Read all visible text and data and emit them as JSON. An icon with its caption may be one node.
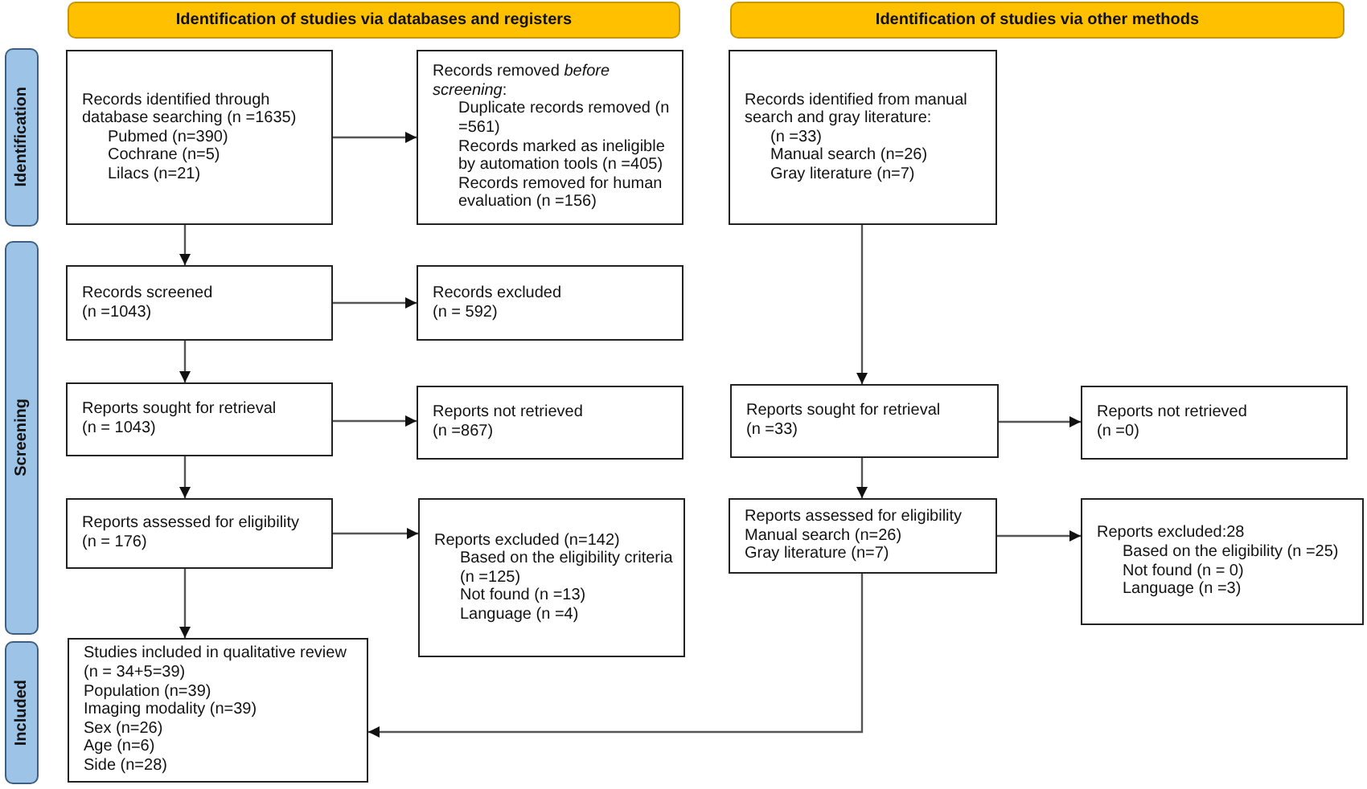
{
  "diagram": {
    "nodes": [
      {
        "text": [
          "Identification of studies via databases and registers"
        ]
      },
      {
        "text": [
          "Identification of studies via other methods"
        ]
      },
      {
        "text": [
          "Identification"
        ]
      },
      {
        "text": [
          "Records identified through database searching (n =1635)",
          "Pubmed (n=390)",
          "Cochrane (n=5)",
          "Lilacs (n=21)"
        ]
      },
      {
        "text": [
          "Records removed *before screening*:",
          "Duplicate records removed (n =561)",
          "Records marked as ineligible by automation tools (n =405)",
          "Records removed for human evaluation (n =156)"
        ]
      },
      {
        "text": [
          "Records identified from manual search and gray literature:",
          "(n =33)",
          "Manual search (n=26)",
          "Gray literature (n=7)"
        ]
      },
      {
        "text": [
          "Screening"
        ]
      },
      {
        "text": [
          "Records screened",
          "(n =1043)"
        ]
      },
      {
        "text": [
          "Records excluded",
          "(n = 592)"
        ]
      },
      {
        "text": [
          "Reports sought for retrieval",
          "(n = 1043)"
        ]
      },
      {
        "text": [
          "Reports not retrieved",
          "(n =867)"
        ]
      },
      {
        "text": [
          "Reports sought for retrieval",
          "(n =33)"
        ]
      },
      {
        "text": [
          "Reports not retrieved",
          "(n =0)"
        ]
      },
      {
        "text": [
          "Reports assessed for eligibility",
          "(n = 176)"
        ]
      },
      {
        "text": [
          "Reports excluded (n=142)",
          "Based on the eligibility criteria (n =125)",
          "Not found (n =13)",
          "Language (n =4)"
        ]
      },
      {
        "text": [
          "Reports assessed for eligibility",
          "Manual search (n=26)",
          "Gray literature (n=7)"
        ]
      },
      {
        "text": [
          "Reports excluded:28",
          "Based on the eligibility (n =25)",
          "Not found (n = 0)",
          "Language (n =3)"
        ]
      },
      {
        "text": [
          "Included"
        ]
      },
      {
        "text": [
          "Studies included in qualitative review",
          "(n = 34+5=39)",
          "Population (n=39)",
          "Imaging modality (n=39)",
          "Sex (n=26)",
          "Age (n=6)",
          "Side (n=28)"
        ]
      }
    ],
    "edges": [
      {
        "from": 3,
        "to": 4,
        "arrow": "to"
      },
      {
        "from": 3,
        "to": 7,
        "arrow": "to"
      },
      {
        "from": 7,
        "to": 8,
        "arrow": "to"
      },
      {
        "from": 7,
        "to": 9,
        "arrow": "to"
      },
      {
        "from": 9,
        "to": 10,
        "arrow": "to"
      },
      {
        "from": 9,
        "to": 13,
        "arrow": "to"
      },
      {
        "from": 13,
        "to": 14,
        "arrow": "to"
      },
      {
        "from": 13,
        "to": 18,
        "arrow": "to"
      },
      {
        "from": 5,
        "to": 11,
        "arrow": "to"
      },
      {
        "from": 11,
        "to": 12,
        "arrow": "to"
      },
      {
        "from": 11,
        "to": 15,
        "arrow": "to"
      },
      {
        "from": 15,
        "to": 16,
        "arrow": "to"
      },
      {
        "from": 15,
        "to": 18,
        "arrow": "to"
      }
    ]
  }
}
